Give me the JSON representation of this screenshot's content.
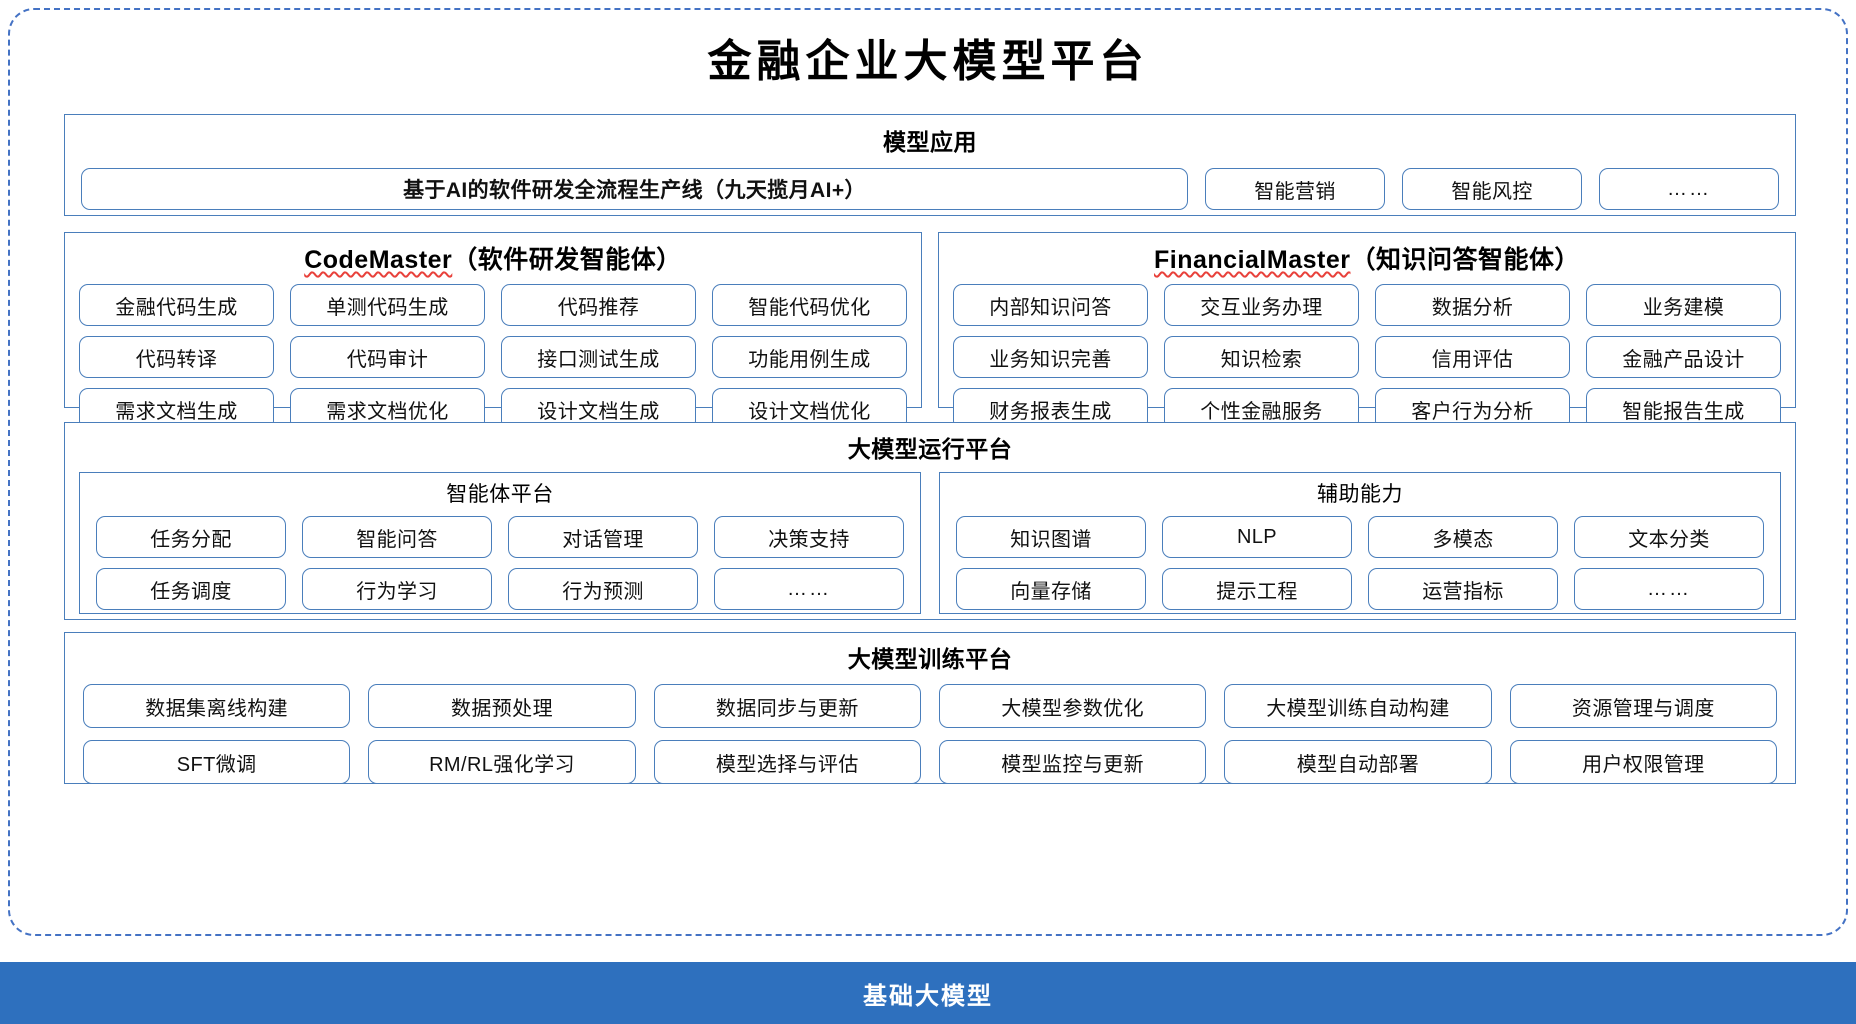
{
  "title": "金融企业大模型平台",
  "colors": {
    "frame_dashed": "#4472C4",
    "panel_border": "#4A7EBB",
    "chip_border": "#4A7EBB",
    "base_band_bg": "#2E70BE",
    "spellcheck_underline": "#E8413B",
    "text": "#000000"
  },
  "model_application": {
    "title": "模型应用",
    "primary_chip": "基于AI的软件研发全流程生产线（九天揽月AI+）",
    "chips": [
      "智能营销",
      "智能风控",
      "……"
    ]
  },
  "agents": [
    {
      "name_en": "CodeMaster",
      "name_cn": "（软件研发智能体）",
      "chips": [
        "金融代码生成",
        "单测代码生成",
        "代码推荐",
        "智能代码优化",
        "代码转译",
        "代码审计",
        "接口测试生成",
        "功能用例生成",
        "需求文档生成",
        "需求文档优化",
        "设计文档生成",
        "设计文档优化"
      ]
    },
    {
      "name_en": "FinancialMaster",
      "name_cn": "（知识问答智能体）",
      "chips": [
        "内部知识问答",
        "交互业务办理",
        "数据分析",
        "业务建模",
        "业务知识完善",
        "知识检索",
        "信用评估",
        "金融产品设计",
        "财务报表生成",
        "个性金融服务",
        "客户行为分析",
        "智能报告生成"
      ]
    }
  ],
  "runtime_platform": {
    "title": "大模型运行平台",
    "sections": [
      {
        "title": "智能体平台",
        "chips": [
          "任务分配",
          "智能问答",
          "对话管理",
          "决策支持",
          "任务调度",
          "行为学习",
          "行为预测",
          "……"
        ]
      },
      {
        "title": "辅助能力",
        "chips": [
          "知识图谱",
          "NLP",
          "多模态",
          "文本分类",
          "向量存储",
          "提示工程",
          "运营指标",
          "……"
        ]
      }
    ]
  },
  "training_platform": {
    "title": "大模型训练平台",
    "chips": [
      "数据集离线构建",
      "数据预处理",
      "数据同步与更新",
      "大模型参数优化",
      "大模型训练自动构建",
      "资源管理与调度",
      "SFT微调",
      "RM/RL强化学习",
      "模型选择与评估",
      "模型监控与更新",
      "模型自动部署",
      "用户权限管理"
    ]
  },
  "base_model": {
    "label": "基础大模型"
  }
}
